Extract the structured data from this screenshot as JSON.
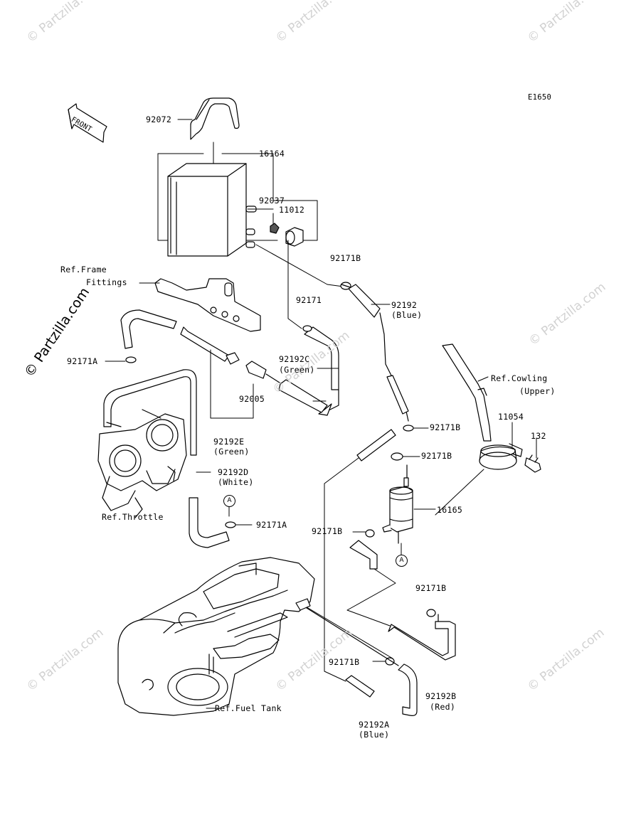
{
  "diagram_code": "E1650",
  "front_label": "FRONT",
  "watermark": {
    "text": "© Partzilla.com",
    "side_text": "© Partzilla.com"
  },
  "part_labels": {
    "p92072": "92072",
    "p16164": "16164",
    "p92037": "92037",
    "p11012": "11012",
    "p92171B_top": "92171B",
    "p92171": "92171",
    "p92192": "92192",
    "p92192_color": "(Blue)",
    "p92192C": "92192C",
    "p92192C_color": "(Green)",
    "p92171A_left": "92171A",
    "p92005": "92005",
    "p92192E": "92192E",
    "p92192E_color": "(Green)",
    "p92192D": "92192D",
    "p92192D_color": "(White)",
    "p92171A_bottom": "92171A",
    "p92171B_r1": "92171B",
    "p92171B_r2": "92171B",
    "p11054": "11054",
    "p132": "132",
    "p16165": "16165",
    "p92171B_mid": "92171B",
    "p92171B_r3": "92171B",
    "p92171B_low": "92171B",
    "p92192B": "92192B",
    "p92192B_color": "(Red)",
    "p92192A": "92192A",
    "p92192A_color": "(Blue)"
  },
  "ref_labels": {
    "frame_line1": "Ref.Frame",
    "frame_line2": "Fittings",
    "throttle": "Ref.Throttle",
    "cowling_line1": "Ref.Cowling",
    "cowling_line2": "(Upper)",
    "fuel_tank": "Ref.Fuel Tank"
  },
  "connector_marks": {
    "a1": "A",
    "a2": "A"
  }
}
